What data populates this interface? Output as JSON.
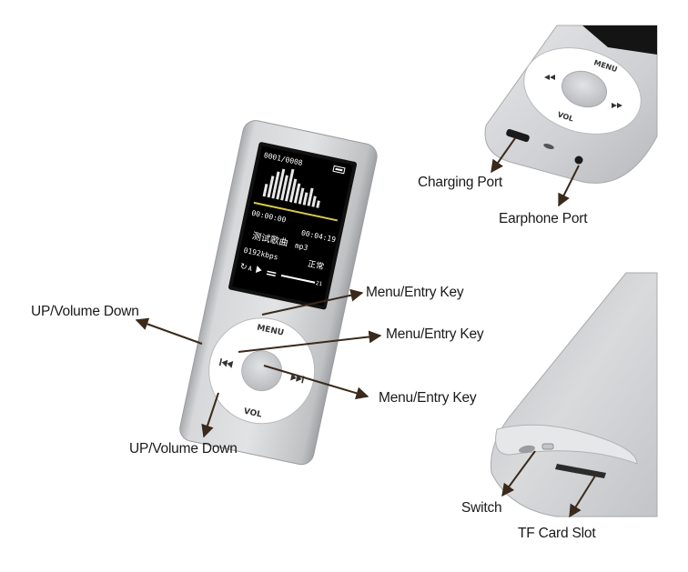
{
  "labels": {
    "up_volume_down_left": "UP/Volume Down",
    "up_volume_down_bottom": "UP/Volume Down",
    "menu_entry_top": "Menu/Entry Key",
    "menu_entry_middle": "Menu/Entry Key",
    "menu_entry_bottom": "Menu/Entry Key",
    "charging_port": "Charging Port",
    "earphone_port": "Earphone Port",
    "switch": "Switch",
    "tf_card_slot": "TF Card Slot"
  },
  "screen": {
    "track_counter": "0001/0008",
    "time_elapsed": "00:00:00",
    "time_total": "00:04:19",
    "song_title": "测试歌曲",
    "file_ext": "mp3",
    "bitrate": "0192kbps",
    "eq_mode": "正常",
    "repeat_mode": "A",
    "volume_level": "21"
  },
  "wheel": {
    "menu_text": "MENU",
    "vol_text": "VOL"
  },
  "colors": {
    "arrow": "#3a2a1c",
    "body_silver": "#c9cacc",
    "screen_bg": "#000000",
    "accent_yellow": "#d8c94a"
  }
}
